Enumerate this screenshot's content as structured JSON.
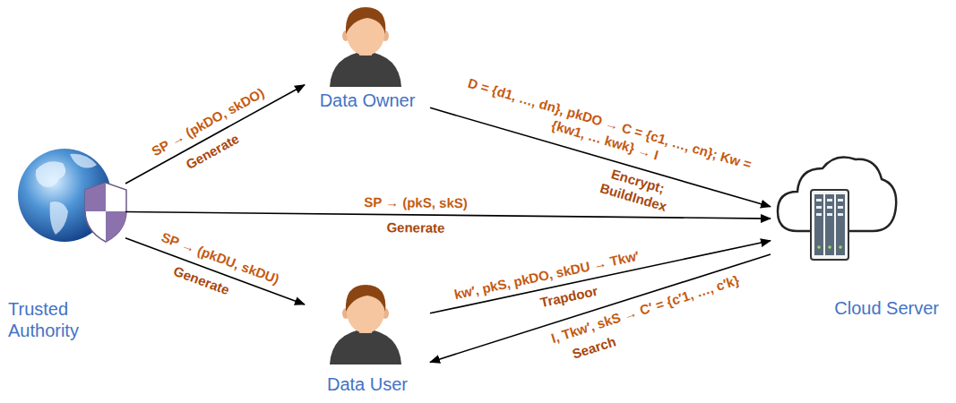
{
  "diagram": {
    "nodes": [
      {
        "text": [
          "Trusted Authority"
        ]
      },
      {
        "text": [
          "Data Owner"
        ]
      },
      {
        "text": [
          "Data User"
        ]
      },
      {
        "text": [
          "Cloud Server"
        ]
      }
    ],
    "edges": [
      {
        "from": 0,
        "to": 1,
        "arrow": "to",
        "label": "SP → (pkDO, skDO)"
      },
      {
        "from": 0,
        "to": 3,
        "arrow": "to",
        "label": "SP → (pkS, skS)"
      },
      {
        "from": 0,
        "to": 2,
        "arrow": "to",
        "label": "SP → (pkDU, skDU)"
      },
      {
        "from": 1,
        "to": 3,
        "arrow": "to",
        "label": "D = {d1, …, dn}, pkDO → C = {c1, …, cn}; Kw = {kw1, … kwk} → I"
      },
      {
        "from": 2,
        "to": 3,
        "arrow": "to",
        "label": "kw′, pkS, pkDO, skDU → Tkw′"
      },
      {
        "from": 3,
        "to": 2,
        "arrow": "to",
        "label": "I, Tkw′, skS → C′ = {c′1, …, c′k}"
      }
    ],
    "labels": [
      "Generate",
      "Generate",
      "Generate",
      "Encrypt;",
      "BuildIndex",
      "Trapdoor",
      "Search"
    ]
  }
}
